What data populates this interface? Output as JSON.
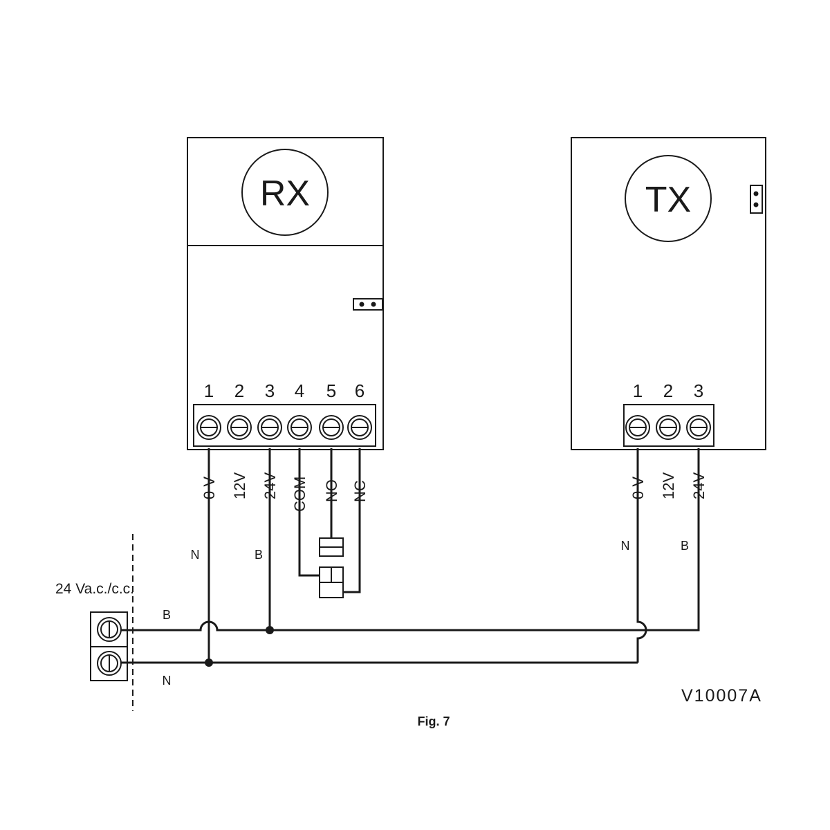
{
  "rx": {
    "title": "RX",
    "terminals": [
      "1",
      "2",
      "3",
      "4",
      "5",
      "6"
    ],
    "labels": [
      "0 V",
      "12V",
      "24V",
      "COM",
      "NO",
      "NC"
    ]
  },
  "tx": {
    "title": "TX",
    "terminals": [
      "1",
      "2",
      "3"
    ],
    "labels": [
      "0 V",
      "12V",
      "24V"
    ]
  },
  "wires": {
    "rx_n": "N",
    "rx_b": "B",
    "tx_n": "N",
    "tx_b": "B",
    "supply_b": "B",
    "supply_n": "N"
  },
  "supply": {
    "label": "24 Va.c./c.c."
  },
  "drawing_code": "V10007A",
  "caption": "Fig. 7"
}
